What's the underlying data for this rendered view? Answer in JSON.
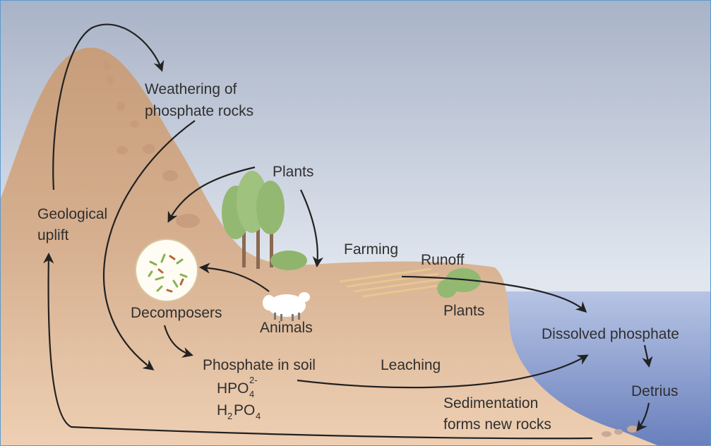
{
  "labels": {
    "weathering_line1": "Weathering of",
    "weathering_line2": "phosphate rocks",
    "plants_top": "Plants",
    "geological_line1": "Geological",
    "geological_line2": "uplift",
    "farming": "Farming",
    "runoff": "Runoff",
    "decomposers": "Decomposers",
    "animals": "Animals",
    "plants_bottom": "Plants",
    "dissolved_phosphate": "Dissolved phosphate",
    "phosphate_in_soil": "Phosphate in soil",
    "leaching": "Leaching",
    "detritus": "Detrius",
    "hpo4_base": "HPO",
    "hpo4_sub": "4",
    "hpo4_sup": "2-",
    "h2po4_h": "H",
    "h2po4_sub1": "2",
    "h2po4_po": "PO",
    "h2po4_sub2": "4",
    "sedimentation_line1": "Sedimentation",
    "sedimentation_line2": "forms new rocks"
  },
  "colors": {
    "sky_top": "#aab4c8",
    "sky_bottom": "#e9eef4",
    "land": "#d4ad8c",
    "land_dark": "#bf9270",
    "water_top": "#b3c2e3",
    "water_bottom": "#6f86c0",
    "tree": "#93b872",
    "text": "#2f2f2f"
  }
}
